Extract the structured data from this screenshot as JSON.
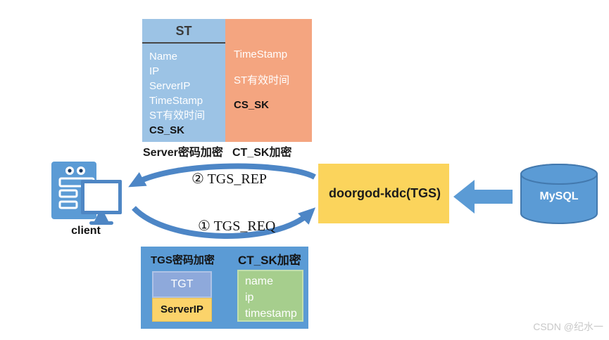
{
  "st_ticket": {
    "title": "ST",
    "plain_fields": [
      "Name",
      "IP",
      "ServerIP",
      "TimeStamp",
      "ST有效时间"
    ],
    "plain_key_field": "CS_SK",
    "encrypted_fields": [
      "TimeStamp",
      "ST有效时间"
    ],
    "encrypted_key_field": "CS_SK",
    "left_caption": "Server密码加密",
    "right_caption": "CT_SK加密"
  },
  "flow": {
    "client_label": "client",
    "reply_label": "② TGS_REP",
    "request_label": "① TGS_REQ",
    "kdc_label": "doorgod-kdc(TGS)",
    "database_label": "MySQL"
  },
  "tgs_request": {
    "left_caption": "TGS密码加密",
    "right_caption": "CT_SK加密",
    "tgt_label": "TGT",
    "server_ip_label": "ServerIP",
    "session_fields": [
      "name",
      "ip",
      "timestamp"
    ]
  },
  "watermark": {
    "text": "CSDN @纪水一"
  },
  "colors": {
    "ticket_blue": "#9CC3E5",
    "ticket_orange": "#F4A580",
    "shape_blue": "#5B9BD5",
    "arrow_blue": "#4D86C6",
    "gold": "#FBD45C",
    "tgt_blue": "#8EA9DB",
    "session_green": "#A6CE8D",
    "watermark_gray": "#C8C8C8"
  }
}
